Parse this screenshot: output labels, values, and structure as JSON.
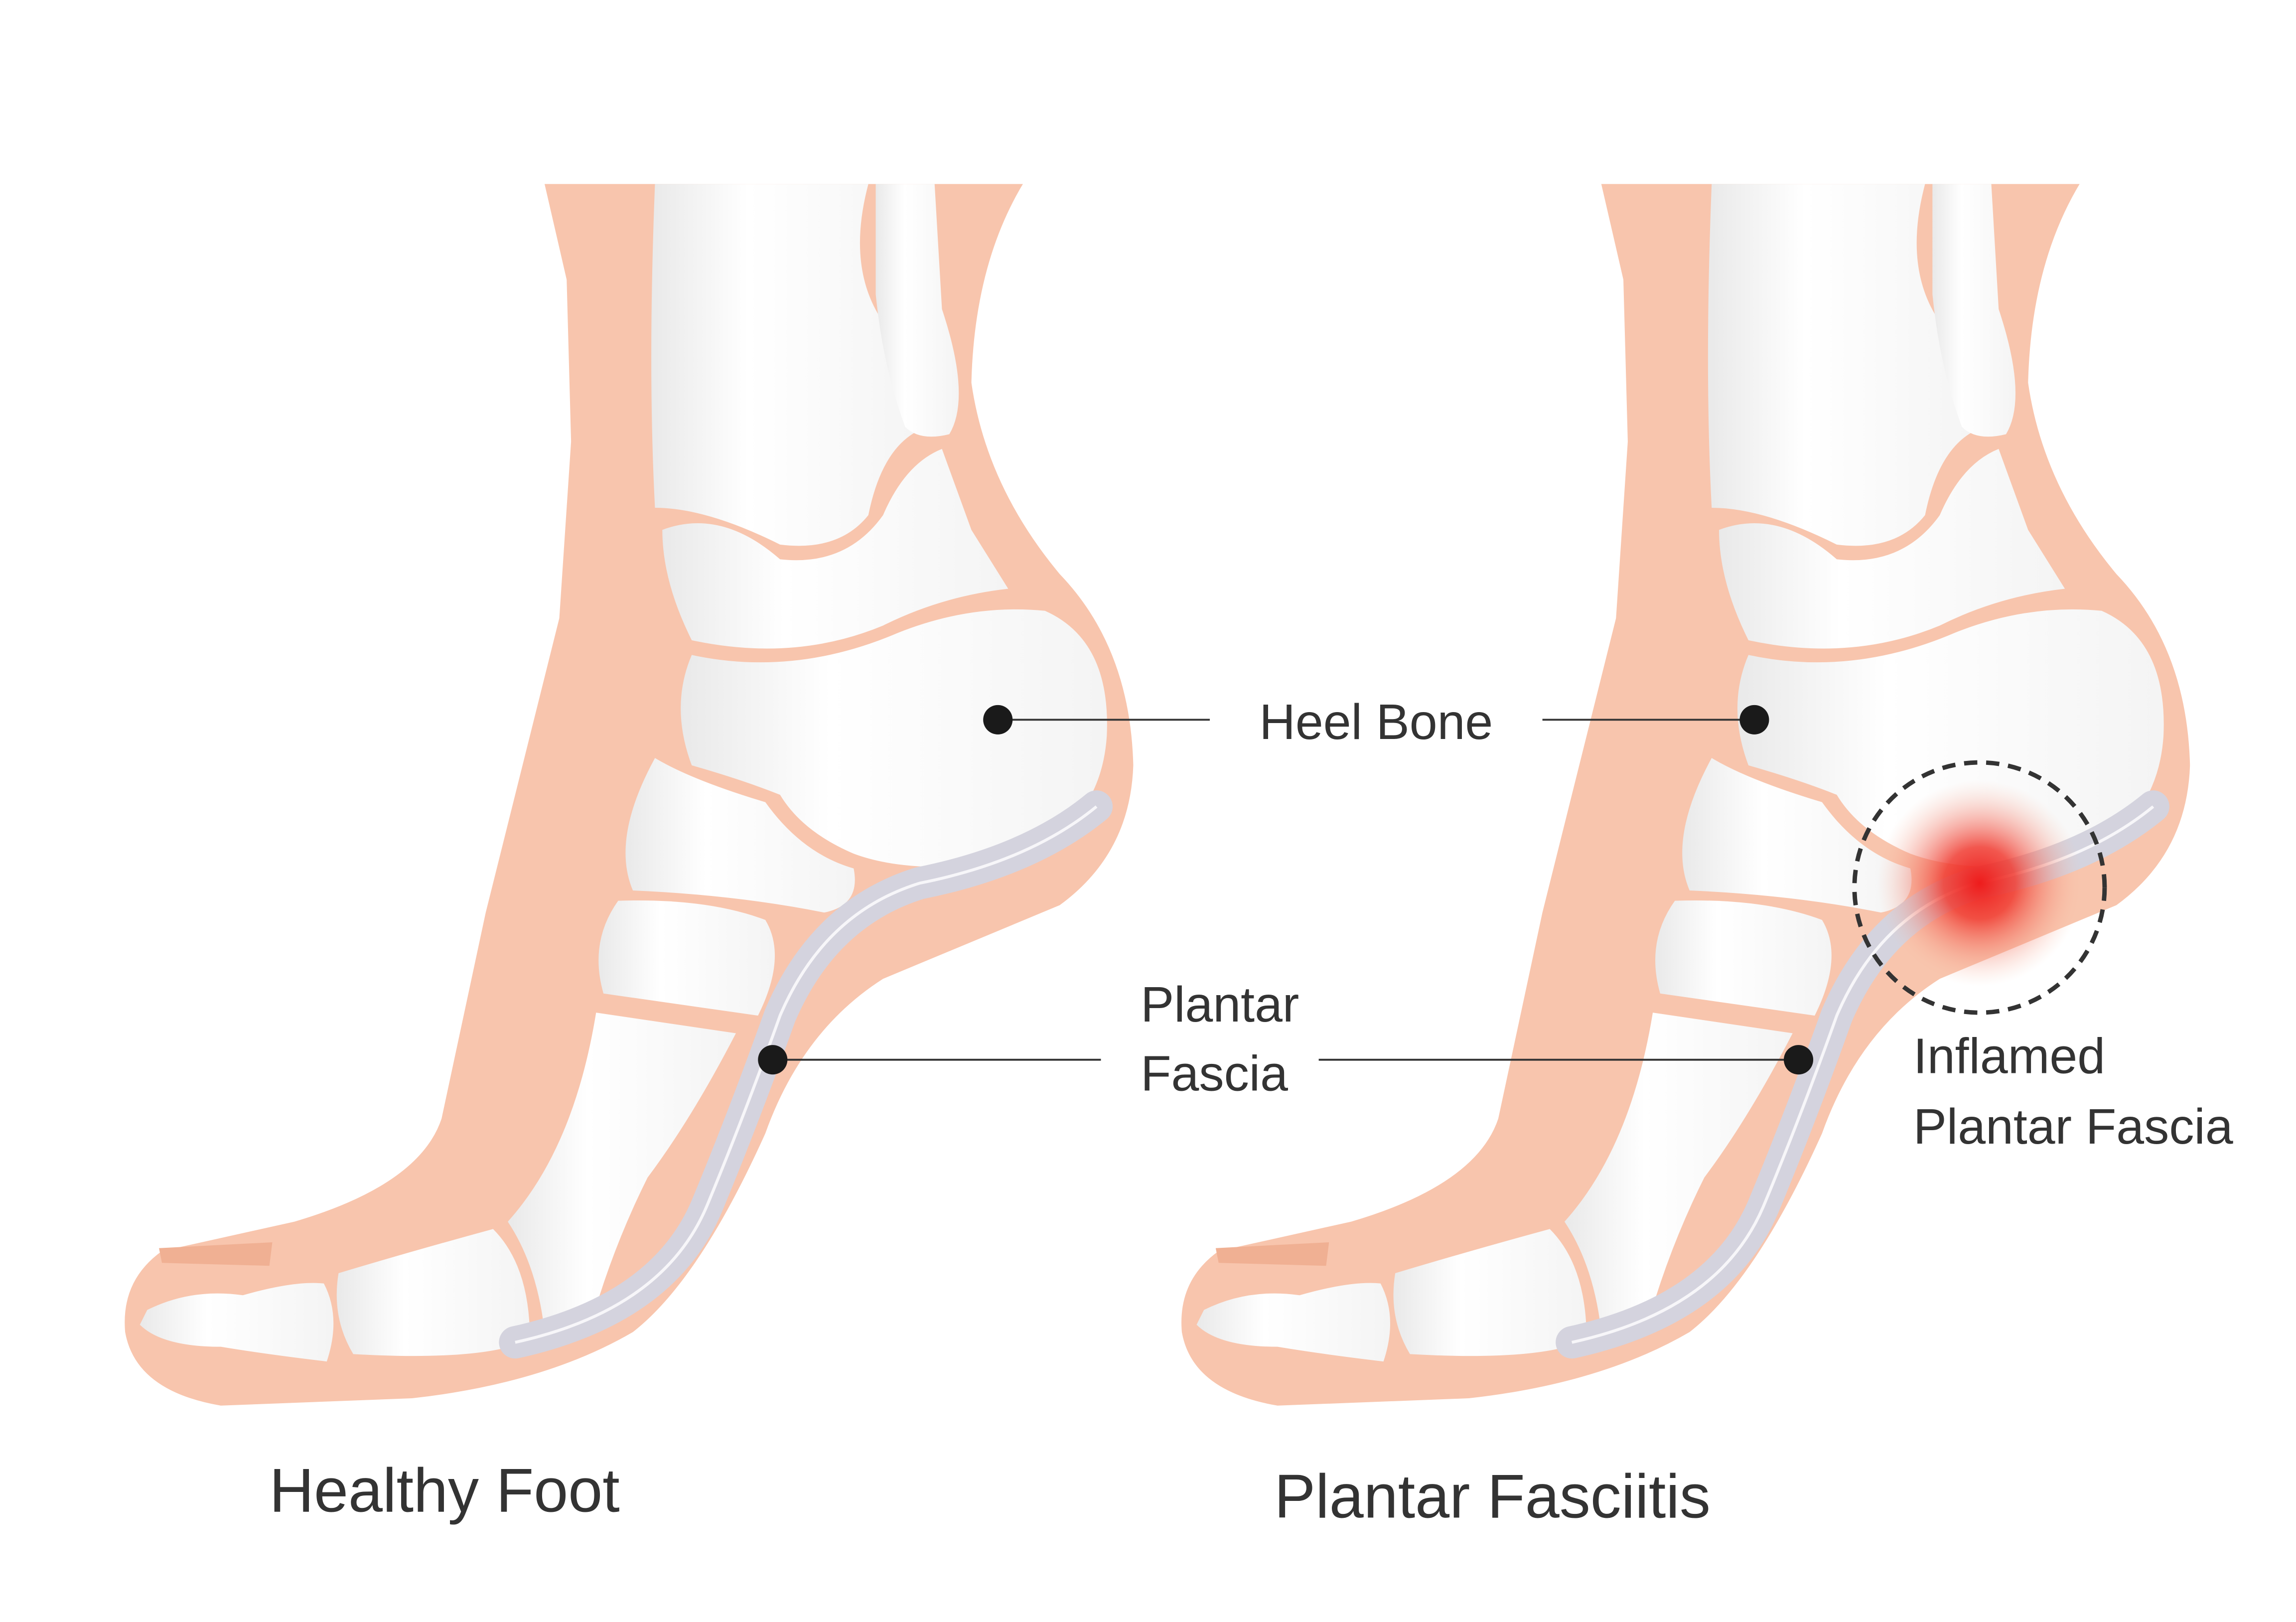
{
  "labels": {
    "heel_bone": "Heel Bone",
    "plantar_fascia_line1": "Plantar",
    "plantar_fascia_line2": "Fascia",
    "inflamed_line1": "Inflamed",
    "inflamed_line2": "Plantar Fascia"
  },
  "captions": {
    "healthy": "Healthy Foot",
    "fasciitis": "Plantar Fasciitis"
  },
  "colors": {
    "skin": "#f8c5ad",
    "bone": "#ffffff",
    "fascia": "#dcdce6",
    "inflammation": "#ee2222",
    "marker": "#1a1a1a"
  }
}
